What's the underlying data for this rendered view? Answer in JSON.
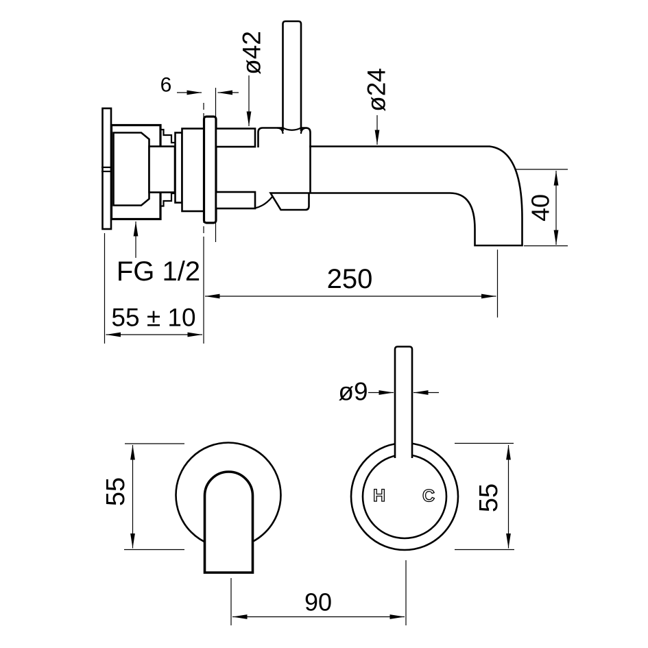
{
  "drawing": {
    "title": "Wall-mounted basin mixer dimension drawing",
    "colors": {
      "line": "#000000",
      "background": "#ffffff"
    },
    "side_view": {
      "dims": {
        "plate_thickness": "6",
        "body_diameter": "ø42",
        "spout_diameter": "ø24",
        "spout_drop": "40",
        "spout_reach": "250",
        "inlet_thread": "FG 1/2",
        "wall_depth": "55 ± 10"
      }
    },
    "front_view": {
      "dims": {
        "lever_diameter": "ø9",
        "spout_flange": "55",
        "handle_flange": "55",
        "centre_spacing": "90"
      },
      "markings": {
        "hot": "H",
        "cold": "C"
      }
    }
  }
}
